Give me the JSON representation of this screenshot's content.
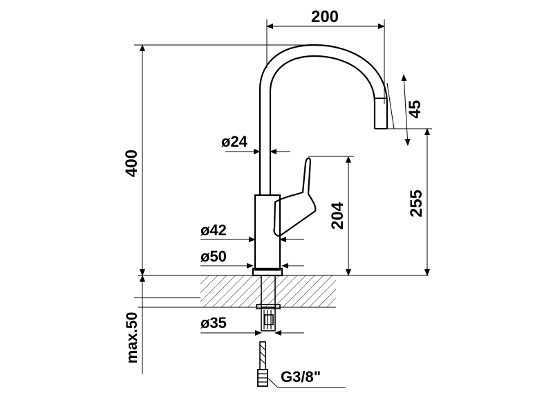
{
  "dimensions": {
    "spout_reach": "200",
    "total_height": "400",
    "outlet_height": "45",
    "stem_diameter": "ø24",
    "lever_height": "204",
    "spout_outlet_height": "255",
    "body_diameter": "ø42",
    "base_diameter": "ø50",
    "max_counter_thickness": "max.50",
    "mounting_hole_diameter": "ø35",
    "connection_thread": "G3/8\""
  }
}
